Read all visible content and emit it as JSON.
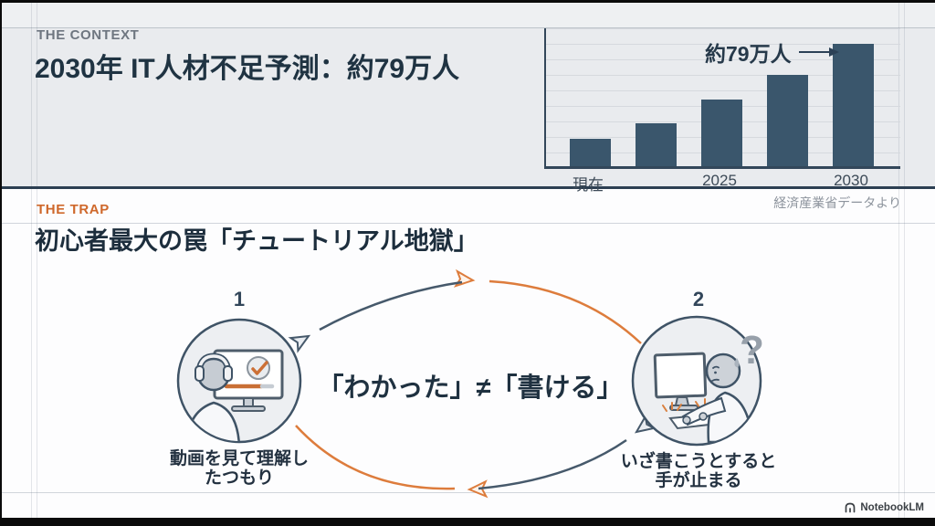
{
  "slide": {
    "section_context": {
      "eyebrow": "THE CONTEXT",
      "title": "2030年 IT人材不足予測：約79万人",
      "source_note": "経済産業省データより"
    },
    "section_trap": {
      "eyebrow": "THE TRAP",
      "title": "初心者最大の罠「チュートリアル地獄」",
      "center_statement": "「わかった」≠「書ける」",
      "steps": [
        {
          "number": "1",
          "caption_line1": "動画を見て理解し",
          "caption_line2": "たつもり",
          "illustration": "person-watching-tutorial-icon"
        },
        {
          "number": "2",
          "caption_line1": "いざ書こうとすると",
          "caption_line2": "手が止まる",
          "confusion_mark": "?",
          "illustration": "person-stuck-at-computer-icon"
        }
      ]
    },
    "footer": {
      "brand": "NotebookLM",
      "logo_icon": "notebooklm-logo-icon"
    }
  },
  "chart_data": {
    "type": "bar",
    "title": "",
    "categories": [
      "現在",
      "",
      "2025",
      "",
      "2030"
    ],
    "values": [
      18,
      28,
      43,
      59,
      79
    ],
    "unit": "万人",
    "ylim": [
      0,
      85
    ],
    "grid": true,
    "legend_position": "none",
    "bar_color": "#3a566c",
    "annotation": {
      "text": "約79万人",
      "target_category": "2030",
      "arrow": "right"
    },
    "x_tick_labels": [
      {
        "label": "現在",
        "bar_index": 0
      },
      {
        "label": "2025",
        "bar_index": 2
      },
      {
        "label": "2030",
        "bar_index": 4
      }
    ]
  },
  "colors": {
    "navy_text": "#1f3342",
    "navy_divider": "#2c3f52",
    "navy_arrow": "#46596b",
    "orange_accent": "#dd7c3c",
    "gray_text": "#8d949d",
    "band_bg": "#e9ebee",
    "bar_fill": "#3a566c"
  }
}
